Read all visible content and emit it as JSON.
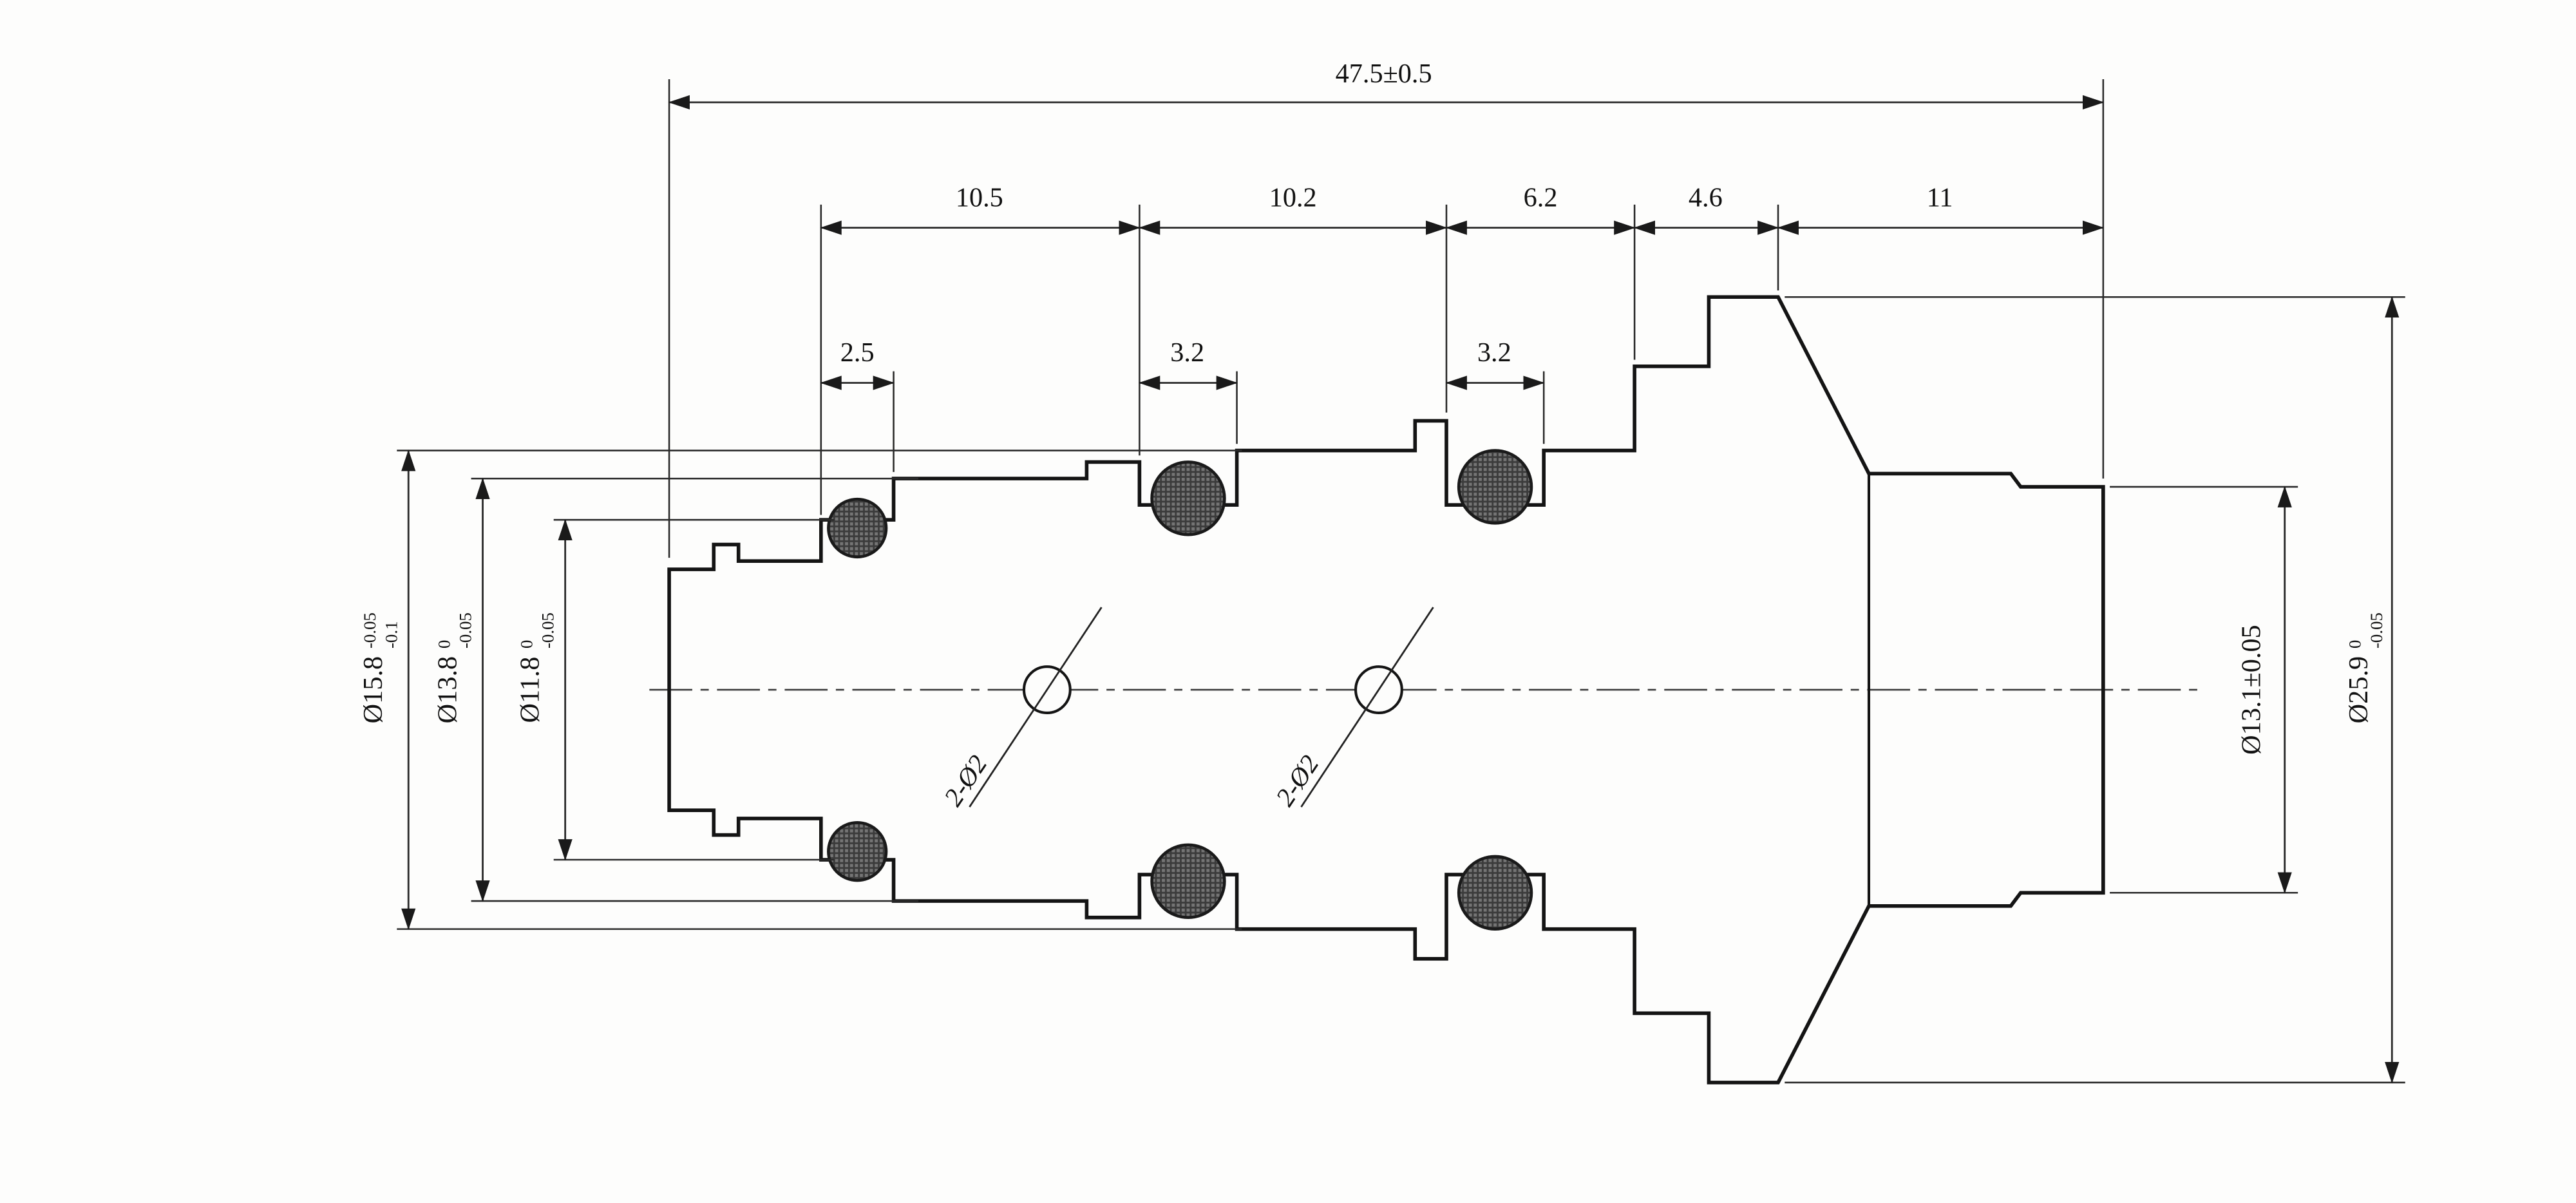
{
  "dims": {
    "overall": "47.5±0.5",
    "lengths": [
      "10.5",
      "10.2",
      "6.2",
      "4.6",
      "11"
    ],
    "grooves": [
      "2.5",
      "3.2",
      "3.2"
    ],
    "left_diameters": [
      {
        "value": "Ø15.8",
        "tol_upper": "-0.05",
        "tol_lower": "-0.1"
      },
      {
        "value": "Ø13.8",
        "tol_upper": "0",
        "tol_lower": "-0.05"
      },
      {
        "value": "Ø11.8",
        "tol_upper": "0",
        "tol_lower": "-0.05"
      }
    ],
    "right_diameters": [
      {
        "value": "Ø13.1±0.05"
      },
      {
        "value": "Ø25.9",
        "tol_upper": "0",
        "tol_lower": "-0.05"
      }
    ],
    "cross_holes": [
      "2-Ø2",
      "2-Ø2"
    ]
  },
  "colors": {
    "line": "#141414",
    "oring_fill": "#757575",
    "background": "#fdfdfc"
  }
}
